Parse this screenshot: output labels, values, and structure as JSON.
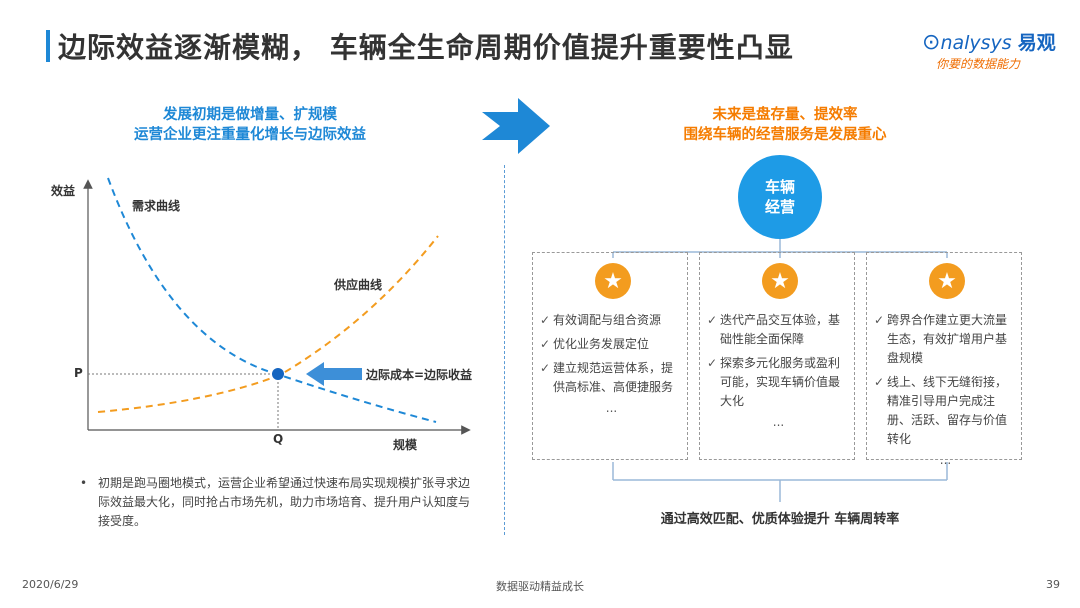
{
  "header": {
    "title": "边际效益逐渐模糊， 车辆全生命周期价值提升重要性凸显",
    "logo_main": "nalysys",
    "logo_cn": "易观",
    "logo_slogan": "你要的数据能力",
    "brand_color": "#1e88d6"
  },
  "left": {
    "heading_line1": "发展初期是做增量、扩规模",
    "heading_line2": "运营企业更注重量化增长与边际效益",
    "chart": {
      "y_label": "效益",
      "x_label": "规模",
      "demand_label": "需求曲线",
      "supply_label": "供应曲线",
      "p_label": "P",
      "q_label": "Q",
      "callout": "边际成本=边际收益"
    },
    "note": "初期是跑马圈地模式，运营企业希望通过快速布局实现规模扩张寻求边际效益最大化，同时抢占市场先机，助力市场培育、提升用户认知度与接受度。",
    "note_bullet": "•"
  },
  "right": {
    "heading_line1": "未来是盘存量、提效率",
    "heading_line2": "围绕车辆的经营服务是发展重心",
    "center_line1": "车辆",
    "center_line2": "经营",
    "columns": [
      {
        "items": [
          "有效调配与组合资源",
          "优化业务发展定位",
          "建立规范运营体系，提供高标准、高便捷服务"
        ],
        "more": "..."
      },
      {
        "items": [
          "迭代产品交互体验，基础性能全面保障",
          "探索多元化服务或盈利可能，实现车辆价值最大化"
        ],
        "more": "..."
      },
      {
        "items": [
          "跨界合作建立更大流量生态，有效扩增用户基盘规模",
          "线上、线下无缝衔接，精准引导用户完成注册、活跃、留存与价值转化"
        ],
        "more": "..."
      }
    ],
    "check": "✓",
    "star": "★",
    "bottom": "通过高效匹配、优质体验提升 车辆周转率",
    "accent_color": "#f39c1f"
  },
  "footer": {
    "date": "2020/6/29",
    "center": "数据驱动精益成长",
    "page": "39"
  }
}
